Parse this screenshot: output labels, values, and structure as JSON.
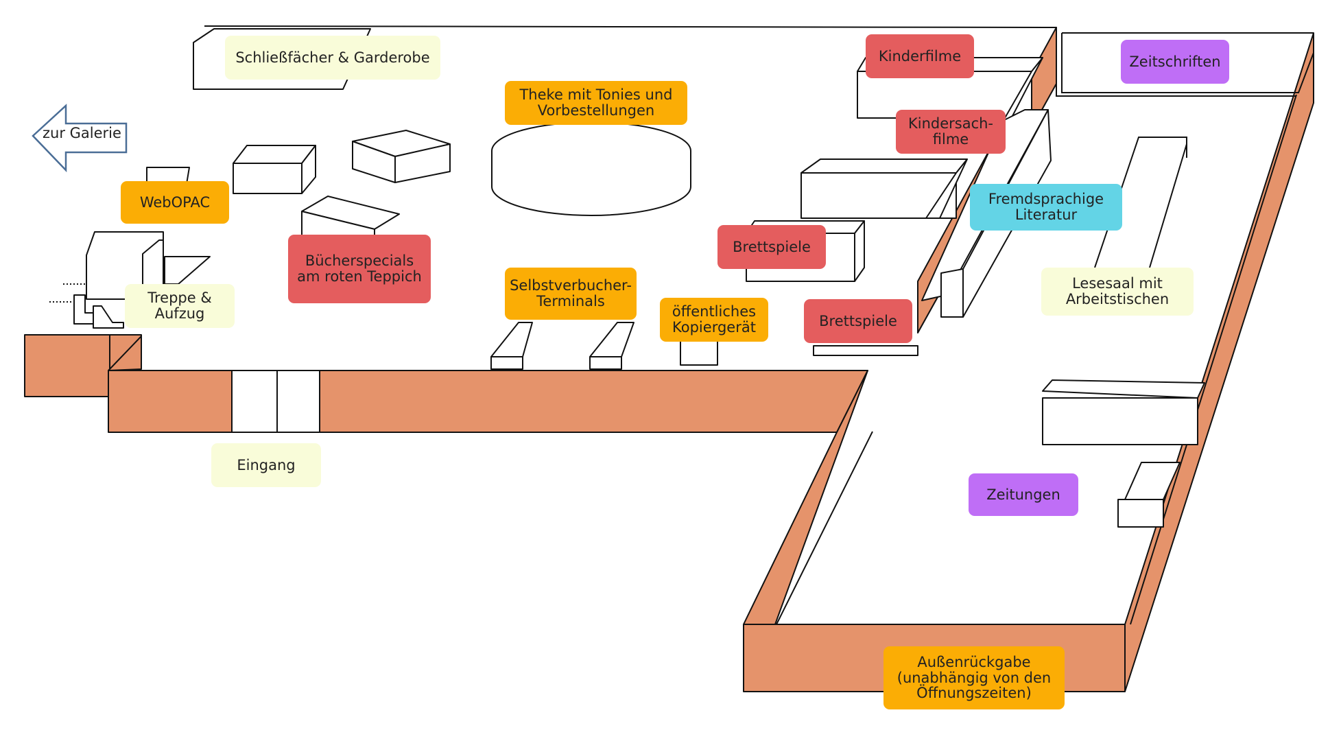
{
  "colors": {
    "wall": "#e5936b",
    "outline": "#111111",
    "service": "#fbad05",
    "media": "#e45d5e",
    "facility": "#f9fcd9",
    "periodicals": "#bf6ef6",
    "languages": "#63d4e6",
    "arrow": "#4a6d96"
  },
  "navigation": {
    "galerie_arrow": "zur Galerie"
  },
  "labels": {
    "lockers": "Schließfächer & Garderobe",
    "counter": "Theke mit Tonies und Vorbestellungen",
    "webopac": "WebOPAC",
    "book_specials": "Bücherspecials am roten Teppich",
    "stairs": "Treppe & Aufzug",
    "self_checkout": "Selbstverbucher-Terminals",
    "copier": "öffentliches Kopiergerät",
    "entrance": "Eingang",
    "kids_films": "Kinderfilme",
    "kids_docs": "Kindersach- filme",
    "board_games_1": "Brettspiele",
    "board_games_2": "Brettspiele",
    "foreign_lit": "Fremdsprachige Literatur",
    "magazines": "Zeitschriften",
    "reading_room": "Lesesaal mit Arbeitstischen",
    "newspapers": "Zeitungen",
    "book_return": "Außenrückgabe (unabhängig von den Öffnungszeiten)"
  }
}
